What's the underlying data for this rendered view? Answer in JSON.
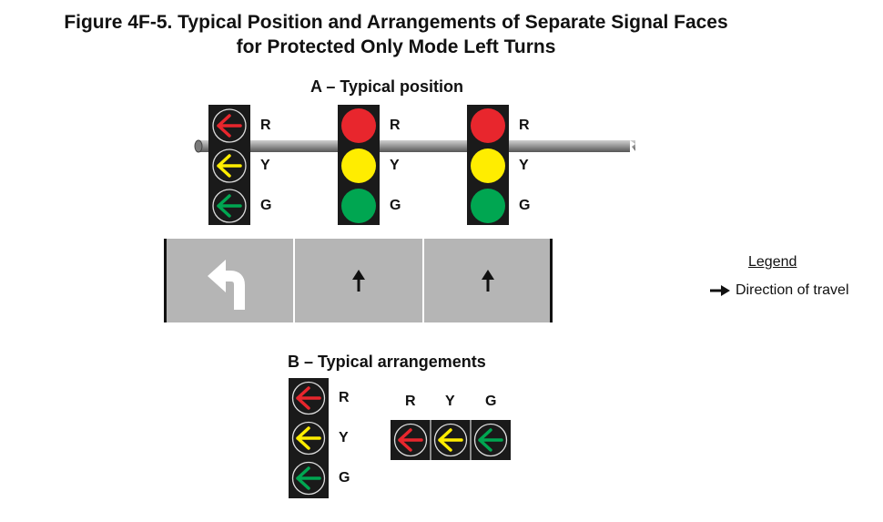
{
  "figure": {
    "title_line1": "Figure 4F-5.  Typical Position and Arrangements of Separate Signal Faces",
    "title_line2": "for Protected Only Mode Left Turns"
  },
  "section_a": {
    "title": "A – Typical position",
    "faces": [
      {
        "type": "left-arrow",
        "labels": [
          "R",
          "Y",
          "G"
        ]
      },
      {
        "type": "circular",
        "labels": [
          "R",
          "Y",
          "G"
        ]
      },
      {
        "type": "circular",
        "labels": [
          "R",
          "Y",
          "G"
        ]
      }
    ],
    "lanes": [
      "left-turn",
      "through",
      "through"
    ]
  },
  "section_b": {
    "title": "B – Typical arrangements",
    "vertical_labels": [
      "R",
      "Y",
      "G"
    ],
    "horizontal_labels": [
      "R",
      "Y",
      "G"
    ]
  },
  "legend": {
    "title": "Legend",
    "item": "Direction of travel",
    "icon": "arrow-right-icon"
  },
  "colors": {
    "red": "#e8262d",
    "yellow": "#ffed00",
    "green": "#00a651",
    "housing": "#1a1a1a",
    "pavement": "#b5b5b5",
    "pole": "#8c8c8c"
  }
}
